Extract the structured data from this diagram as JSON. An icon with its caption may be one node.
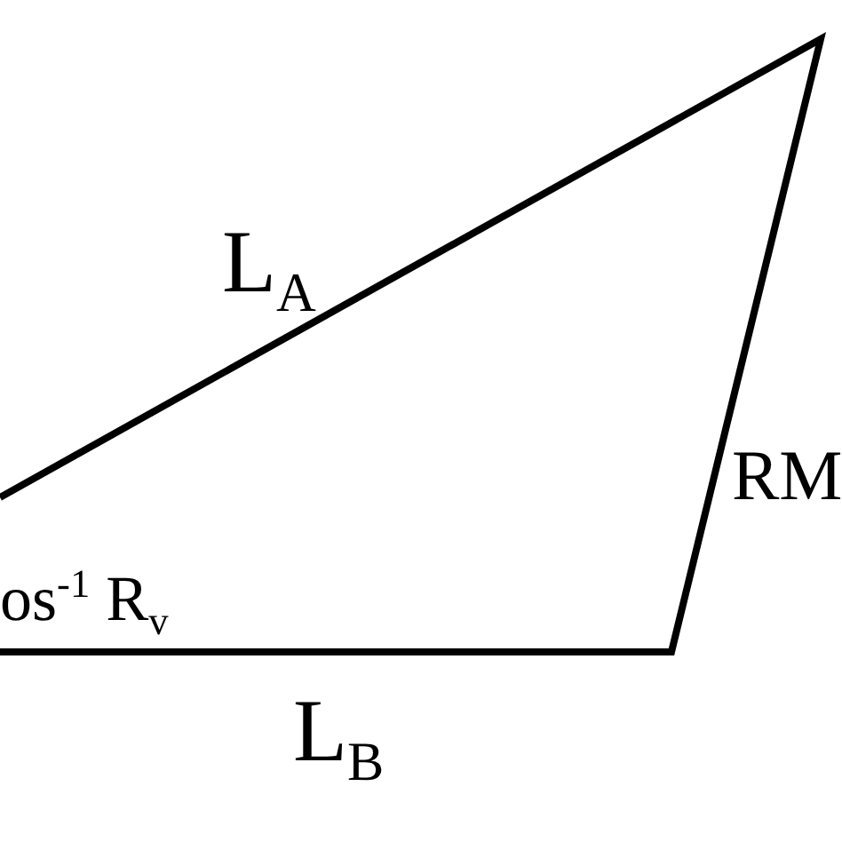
{
  "diagram": {
    "labels": [
      "L$_{A}$",
      "RM",
      "os$^{-1}$ R$_{v}$",
      "L$_{B}$"
    ]
  }
}
